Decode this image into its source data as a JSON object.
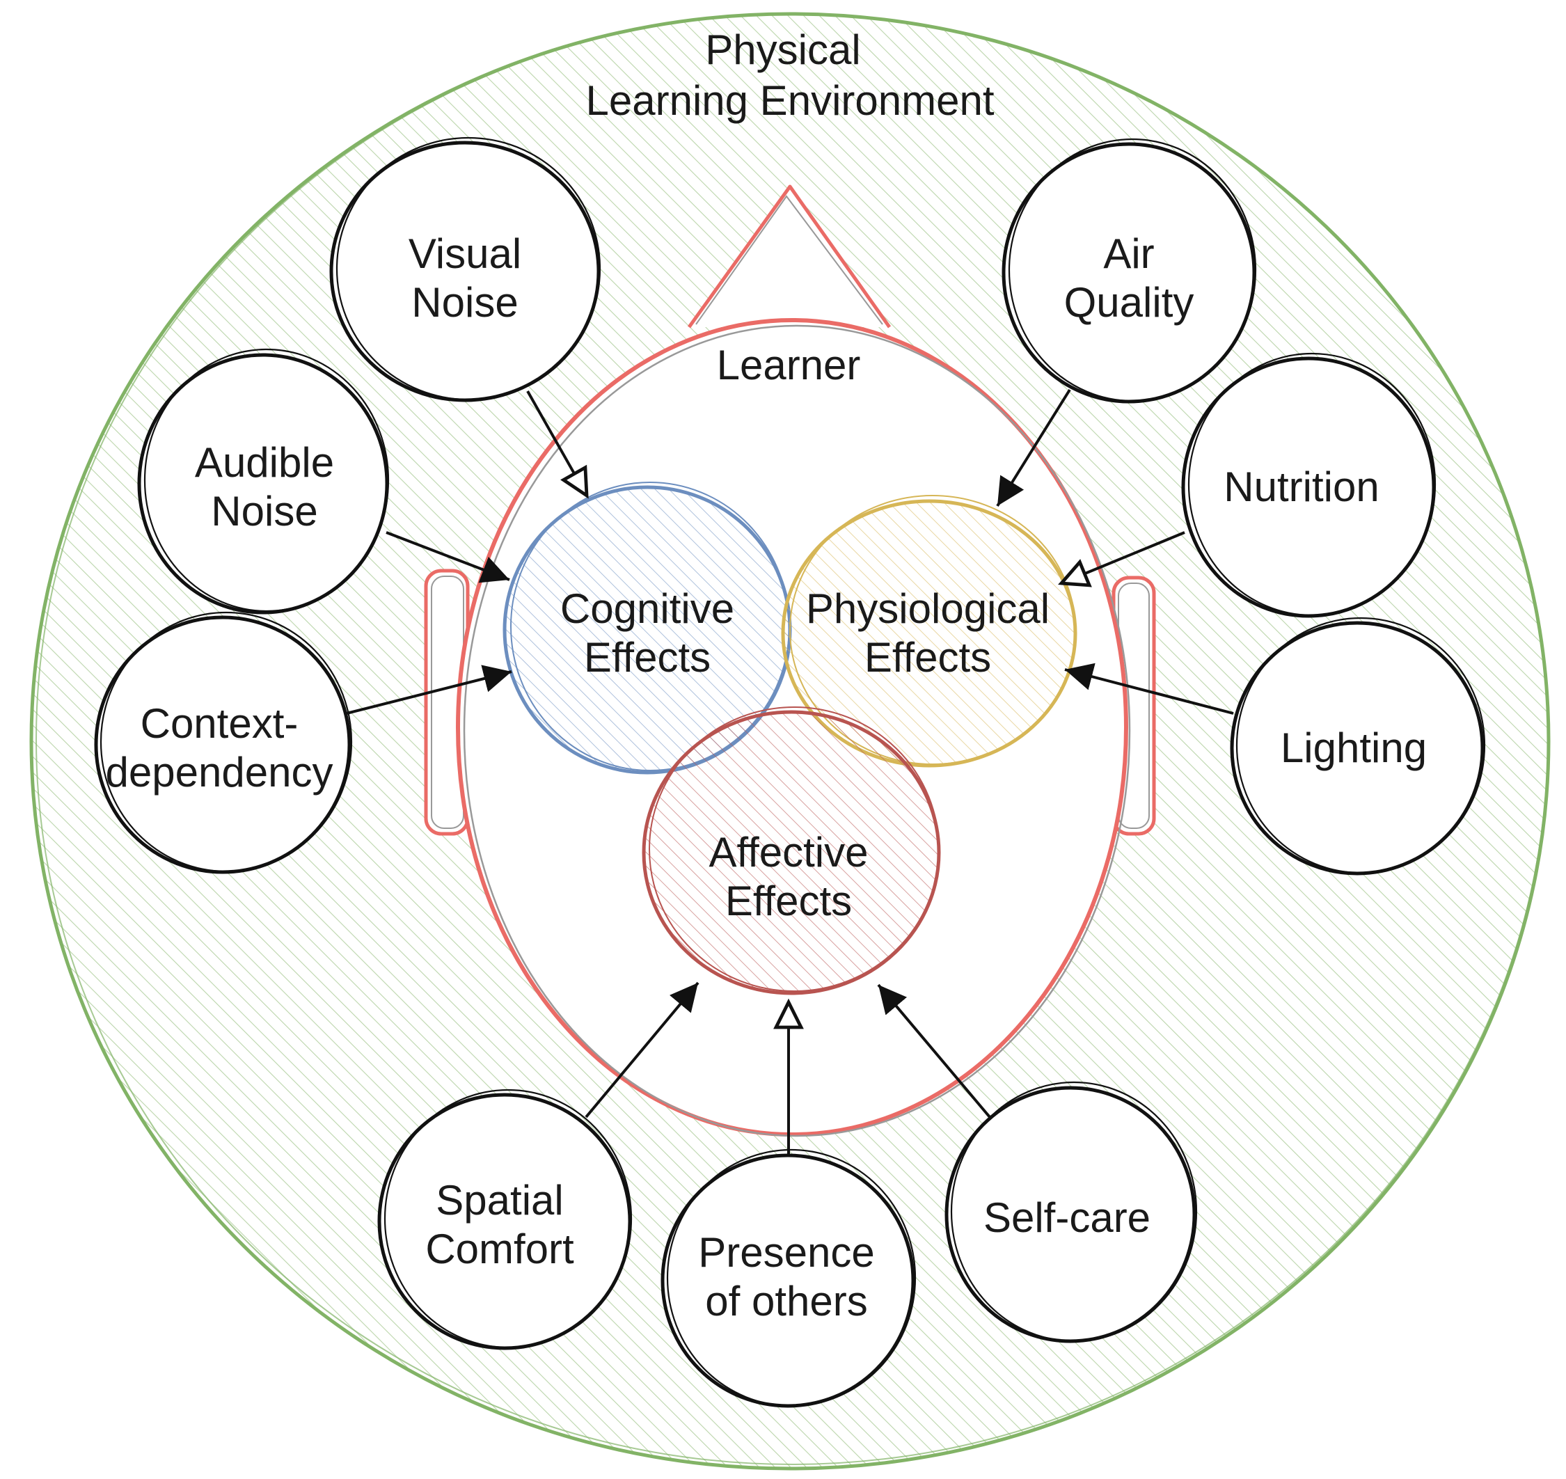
{
  "environment": {
    "title_line1": "Physical",
    "title_line2": "Learning Environment"
  },
  "learner": {
    "label": "Learner"
  },
  "effects": {
    "cognitive": {
      "line1": "Cognitive",
      "line2": "Effects",
      "color": "#6c8ebf"
    },
    "physiological": {
      "line1": "Physiological",
      "line2": "Effects",
      "color": "#d6b656"
    },
    "affective": {
      "line1": "Affective",
      "line2": "Effects",
      "color": "#b85450"
    }
  },
  "factors": {
    "visual_noise": {
      "line1": "Visual",
      "line2": "Noise"
    },
    "audible_noise": {
      "line1": "Audible",
      "line2": "Noise"
    },
    "context_dependency": {
      "line1": "Context-",
      "line2": "dependency"
    },
    "air_quality": {
      "line1": "Air",
      "line2": "Quality"
    },
    "nutrition": {
      "line1": "Nutrition"
    },
    "lighting": {
      "line1": "Lighting"
    },
    "spatial_comfort": {
      "line1": "Spatial",
      "line2": "Comfort"
    },
    "presence_of_others": {
      "line1": "Presence",
      "line2": "of others"
    },
    "self_care": {
      "line1": "Self-care"
    }
  },
  "colors": {
    "environment": "#82b366",
    "learner": "#ea6b66"
  }
}
